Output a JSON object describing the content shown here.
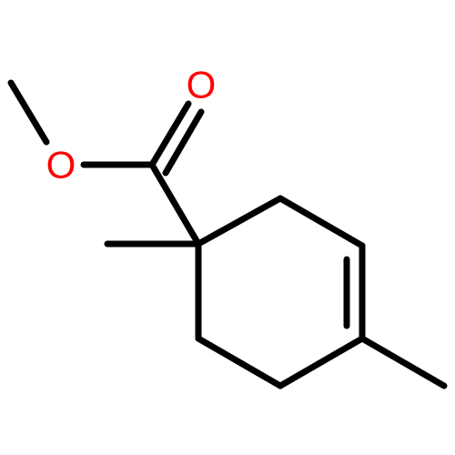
{
  "molecule": {
    "atoms": [
      {
        "id": "carbonyl_oxygen",
        "symbol": "O",
        "color": "#ff0000"
      },
      {
        "id": "ester_oxygen",
        "symbol": "O",
        "color": "#ff0000"
      }
    ],
    "bond_color": "#000000"
  }
}
